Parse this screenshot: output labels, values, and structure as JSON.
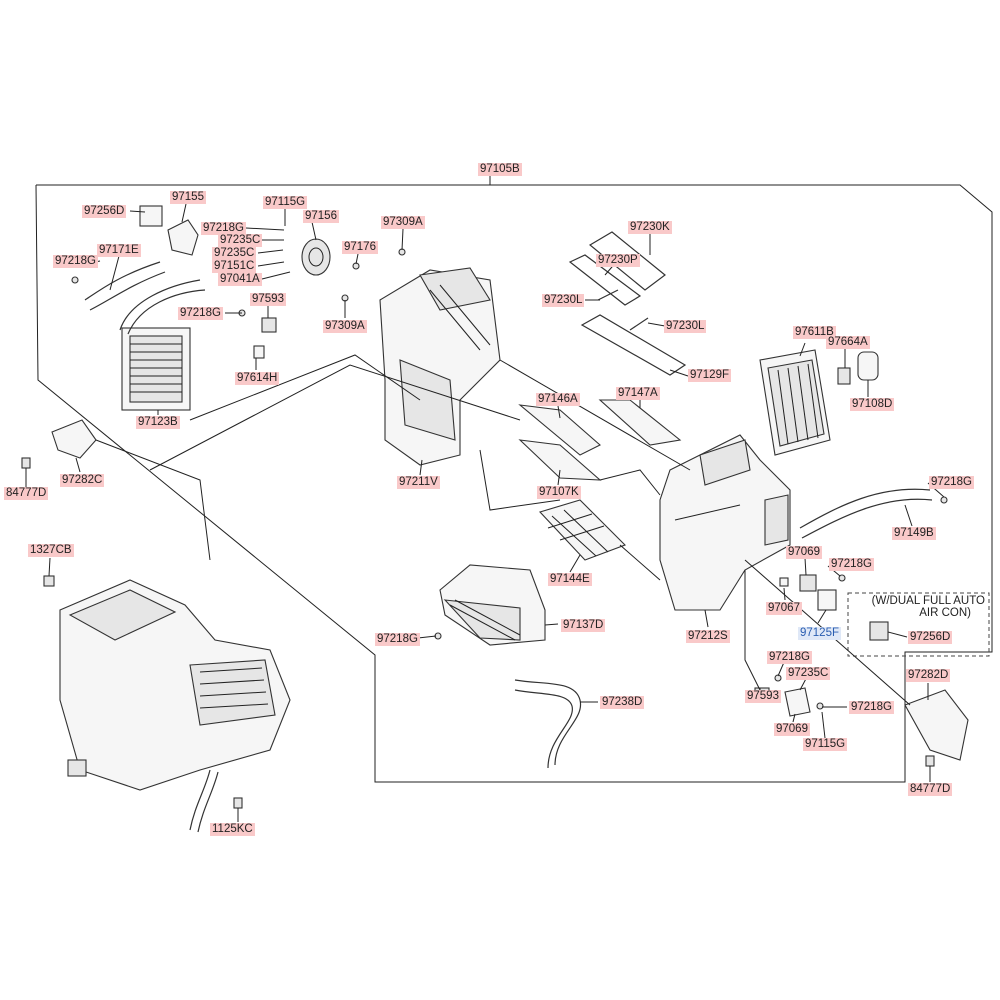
{
  "diagram": {
    "assembly_code": "97105B",
    "option_note_line1": "(W/DUAL FULL AUTO",
    "option_note_line2": "AIR CON)",
    "labels": [
      {
        "id": "97256D",
        "text": "97256D"
      },
      {
        "id": "97155",
        "text": "97155"
      },
      {
        "id": "97115G",
        "text": "97115G"
      },
      {
        "id": "97156",
        "text": "97156"
      },
      {
        "id": "97218G_a",
        "text": "97218G"
      },
      {
        "id": "97235C_a",
        "text": "97235C"
      },
      {
        "id": "97235C_b",
        "text": "97235C"
      },
      {
        "id": "97151C",
        "text": "97151C"
      },
      {
        "id": "97041A",
        "text": "97041A"
      },
      {
        "id": "97176",
        "text": "97176"
      },
      {
        "id": "97309A_a",
        "text": "97309A"
      },
      {
        "id": "97309A_b",
        "text": "97309A"
      },
      {
        "id": "97171E",
        "text": "97171E"
      },
      {
        "id": "97218G_b",
        "text": "97218G"
      },
      {
        "id": "97218G_c",
        "text": "97218G"
      },
      {
        "id": "97593_a",
        "text": "97593"
      },
      {
        "id": "97614H",
        "text": "97614H"
      },
      {
        "id": "97123B",
        "text": "97123B"
      },
      {
        "id": "97230K",
        "text": "97230K"
      },
      {
        "id": "97230P",
        "text": "97230P"
      },
      {
        "id": "97230L_a",
        "text": "97230L"
      },
      {
        "id": "97230L_b",
        "text": "97230L"
      },
      {
        "id": "97129F",
        "text": "97129F"
      },
      {
        "id": "97611B",
        "text": "97611B"
      },
      {
        "id": "97664A",
        "text": "97664A"
      },
      {
        "id": "97108D",
        "text": "97108D"
      },
      {
        "id": "97146A",
        "text": "97146A"
      },
      {
        "id": "97147A",
        "text": "97147A"
      },
      {
        "id": "97211V",
        "text": "97211V"
      },
      {
        "id": "97107K",
        "text": "97107K"
      },
      {
        "id": "97282C",
        "text": "97282C"
      },
      {
        "id": "84777D_a",
        "text": "84777D"
      },
      {
        "id": "97218G_d",
        "text": "97218G"
      },
      {
        "id": "97149B",
        "text": "97149B"
      },
      {
        "id": "97069_a",
        "text": "97069"
      },
      {
        "id": "97218G_e",
        "text": "97218G"
      },
      {
        "id": "97144E",
        "text": "97144E"
      },
      {
        "id": "97067",
        "text": "97067"
      },
      {
        "id": "97125F",
        "text": "97125F"
      },
      {
        "id": "97256D_b",
        "text": "97256D"
      },
      {
        "id": "1327CB",
        "text": "1327CB"
      },
      {
        "id": "97218G_f",
        "text": "97218G"
      },
      {
        "id": "97137D",
        "text": "97137D"
      },
      {
        "id": "97212S",
        "text": "97212S"
      },
      {
        "id": "97282D",
        "text": "97282D"
      },
      {
        "id": "97218G_g",
        "text": "97218G"
      },
      {
        "id": "97235C_c",
        "text": "97235C"
      },
      {
        "id": "97593_b",
        "text": "97593"
      },
      {
        "id": "97238D",
        "text": "97238D"
      },
      {
        "id": "97218G_h",
        "text": "97218G"
      },
      {
        "id": "97069_b",
        "text": "97069"
      },
      {
        "id": "97115G_b",
        "text": "97115G"
      },
      {
        "id": "84777D_b",
        "text": "84777D"
      },
      {
        "id": "1125KC",
        "text": "1125KC"
      }
    ]
  }
}
